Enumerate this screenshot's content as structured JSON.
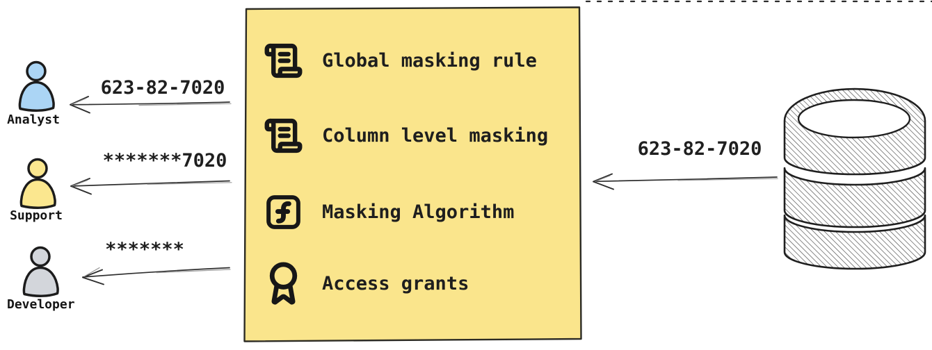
{
  "colors": {
    "box_fill": "#FAE58C",
    "box_stroke": "#2C2B24",
    "ink": "#1D1D1D",
    "arrow": "#2E2E2E",
    "analyst_fill": "#ABD5F5",
    "support_fill": "#FBE78F",
    "developer_fill": "#D3D6DB"
  },
  "personas": [
    {
      "label": "Analyst",
      "received_value": "623-82-7020",
      "color": "#ABD5F5",
      "icon": "person-icon"
    },
    {
      "label": "Support",
      "received_value": "*******7020",
      "color": "#FBE78F",
      "icon": "person-icon"
    },
    {
      "label": "Developer",
      "received_value": "*******",
      "color": "#D3D6DB",
      "icon": "person-icon"
    }
  ],
  "masking_box": {
    "items": [
      {
        "icon": "scroll-text-icon",
        "label": "Global masking rule"
      },
      {
        "icon": "scroll-text-icon",
        "label": "Column level masking"
      },
      {
        "icon": "function-square-icon",
        "label": "Masking Algorithm"
      },
      {
        "icon": "award-icon",
        "label": "Access grants"
      }
    ]
  },
  "database": {
    "icon": "database-icon",
    "outgoing_value": "623-82-7020"
  }
}
